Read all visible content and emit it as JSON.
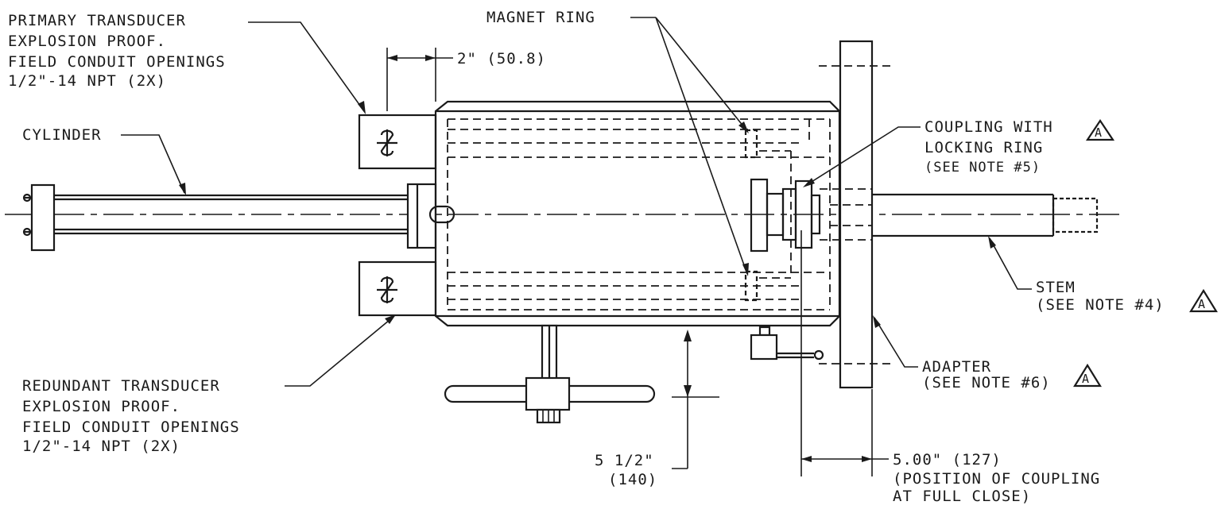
{
  "labels": {
    "primary_transducer": [
      "PRIMARY TRANSDUCER",
      "EXPLOSION PROOF.",
      "FIELD CONDUIT OPENINGS",
      "1/2\"-14 NPT (2X)"
    ],
    "cylinder": "CYLINDER",
    "redundant_transducer": [
      "REDUNDANT TRANSDUCER",
      "EXPLOSION PROOF.",
      "FIELD CONDUIT OPENINGS",
      "1/2\"-14 NPT (2X)"
    ],
    "magnet_ring": "MAGNET RING",
    "coupling": [
      "COUPLING WITH",
      "LOCKING RING",
      "(SEE NOTE #5)"
    ],
    "stem": [
      "STEM",
      "(SEE NOTE #4)"
    ],
    "adapter": [
      "ADAPTER",
      "(SEE NOTE #6)"
    ]
  },
  "dimensions": {
    "top_offset": "2\" (50.8)",
    "handwheel_height": [
      "5 1/2\"",
      "(140)"
    ],
    "coupling_position": [
      "5.00\" (127)",
      "(POSITION OF COUPLING",
      "AT FULL CLOSE)"
    ]
  },
  "revision_marker": "A"
}
